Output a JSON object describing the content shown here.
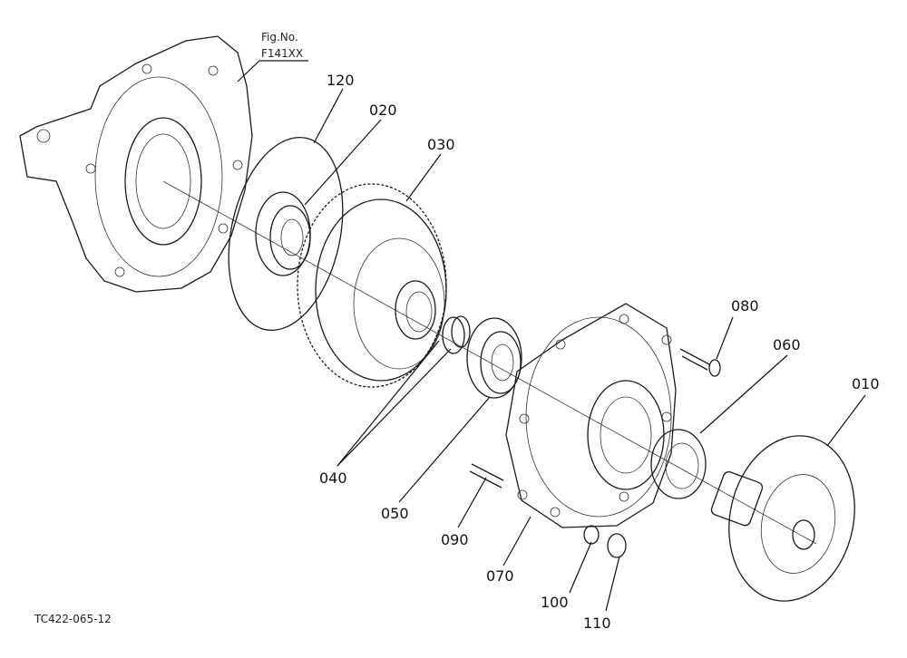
{
  "figure": {
    "fig_no_label": "Fig.No.",
    "fig_no_value": "F141XX",
    "drawing_code": "TC422-065-12"
  },
  "parts": [
    {
      "id": "120"
    },
    {
      "id": "020"
    },
    {
      "id": "030"
    },
    {
      "id": "040"
    },
    {
      "id": "050"
    },
    {
      "id": "060"
    },
    {
      "id": "070"
    },
    {
      "id": "080"
    },
    {
      "id": "090"
    },
    {
      "id": "100"
    },
    {
      "id": "110"
    },
    {
      "id": "010"
    }
  ]
}
